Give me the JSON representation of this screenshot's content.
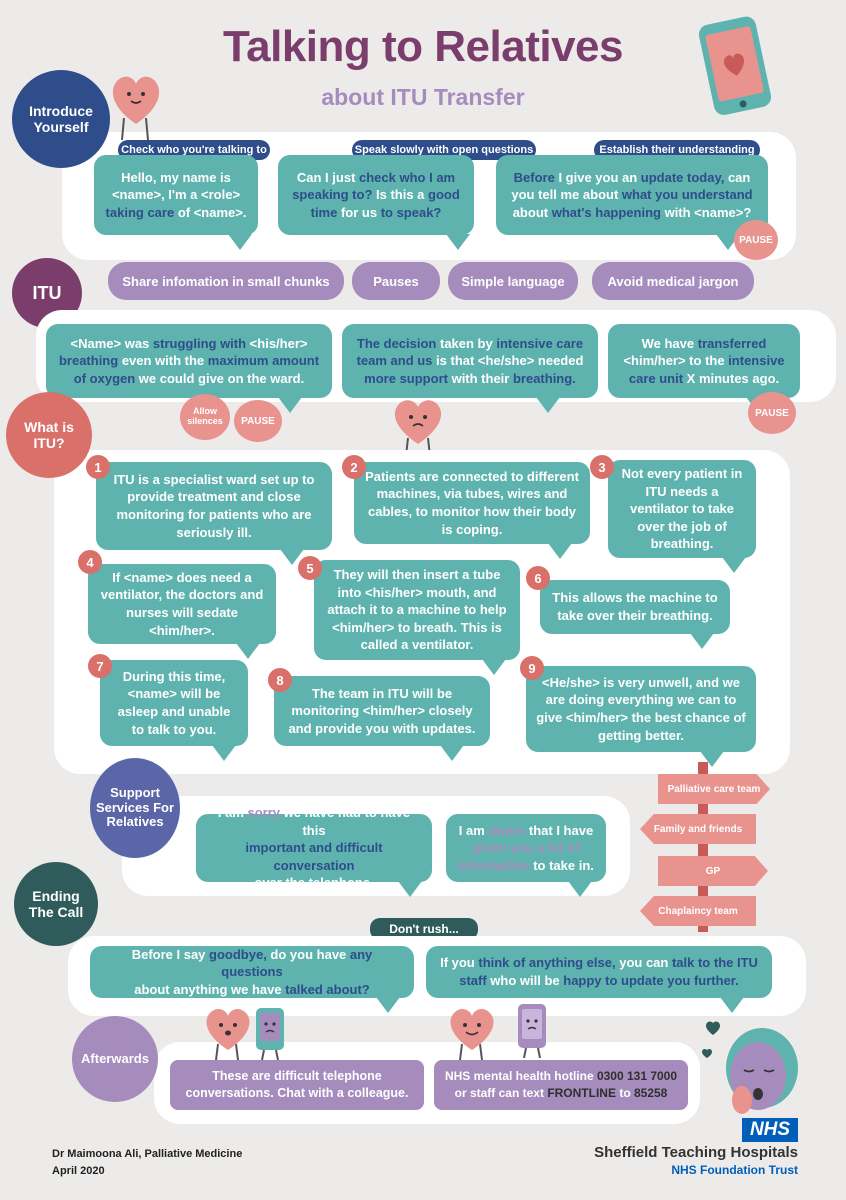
{
  "header": {
    "title": "Talking to Relatives",
    "subtitle": "about ITU Transfer"
  },
  "colors": {
    "plum": "#7b3e6c",
    "navy": "#2e4d8a",
    "teal": "#5fb3ae",
    "lavender": "#a58cbd",
    "coral": "#e9938f",
    "red": "#c85a57",
    "dark_teal": "#2f5c5a",
    "nhs_blue": "#005eb8"
  },
  "introduce": {
    "label": "Introduce Yourself",
    "tabs": [
      "Check who you're talking to",
      "Speak slowly with open questions",
      "Establish their understanding"
    ],
    "b1": {
      "l1": "Hello, my name is",
      "l2": "<name>, I'm a <role>",
      "l3a": "taking care",
      "l3b": " of <name>."
    },
    "b2": {
      "l1a": "Can I just ",
      "l1b": "check who I am",
      "l2a": "speaking to?",
      "l2b": " Is this a ",
      "l2c": "good",
      "l3a": "time",
      "l3b": " for us ",
      "l3c": "to speak?"
    },
    "b3": {
      "l1a": "Before",
      "l1b": " I give you an ",
      "l1c": "update today,",
      "l1d": " can",
      "l2": "you tell me about ",
      "l2b": "what you understand",
      "l3a": "about ",
      "l3b": "what's happening",
      "l3c": " with <name>?"
    },
    "pause": "PAUSE"
  },
  "itu": {
    "label": "ITU",
    "pills": [
      "Share infomation in small chunks",
      "Pauses",
      "Simple language",
      "Avoid medical jargon"
    ],
    "b1": {
      "l1a": "<Name> was ",
      "l1b": "struggling with",
      "l1c": " <his/her>",
      "l2a": "breathing",
      "l2b": " even with the ",
      "l2c": "maximum amount",
      "l3a": "of oxygen",
      "l3b": " we could give on the ward."
    },
    "b2": {
      "l1a": "The decision",
      "l1b": " taken by ",
      "l1c": "intensive care",
      "l2a": "team and us",
      "l2b": " is that <he/she> needed",
      "l3a": "more support",
      "l3b": " with their ",
      "l3c": "breathing."
    },
    "b3": {
      "l1a": "We have ",
      "l1b": "transferred",
      "l2a": "<him/her> to the ",
      "l2b": "intensive",
      "l3a": "care unit",
      "l3b": " X minutes ago."
    },
    "allow": "Allow silences",
    "pause": "PAUSE"
  },
  "what_is": {
    "label": "What is ITU?",
    "items": [
      {
        "n": "1",
        "text": "ITU is a specialist ward set up to provide treatment and close monitoring for patients who are seriously ill."
      },
      {
        "n": "2",
        "text": "Patients are connected to different machines, via tubes, wires and cables, to monitor how their body is coping."
      },
      {
        "n": "3",
        "text": "Not every patient in ITU needs a ventilator to take over the job of breathing."
      },
      {
        "n": "4",
        "text": "If <name> does need a ventilator, the doctors and nurses will sedate <him/her>."
      },
      {
        "n": "5",
        "text": "They will then insert a tube into <his/her> mouth, and attach it to a machine to help <him/her> to breath. This is called a ventilator."
      },
      {
        "n": "6",
        "text": "This allows the machine to take over their breathing."
      },
      {
        "n": "7",
        "text": "During this time, <name> will be asleep and unable to talk to you."
      },
      {
        "n": "8",
        "text": "The team in ITU will be monitoring <him/her> closely and provide you with updates."
      },
      {
        "n": "9",
        "text": "<He/she> is very unwell, and we are doing everything we can to give <him/her> the best chance of getting better."
      }
    ]
  },
  "support": {
    "label": "Support Services For Relatives",
    "b1": {
      "l1a": "I am ",
      "l1b": "sorry",
      "l1c": " we have had to have this",
      "l2": "important and difficult conversation",
      "l3": "over the telephone."
    },
    "b2": {
      "l1a": "I am ",
      "l1b": "aware",
      "l1c": " that I have",
      "l2": "given you a lot of",
      "l3a": "information",
      "l3b": " to take in."
    },
    "signs": [
      "Palliative care team",
      "Family and friends",
      "GP",
      "Chaplaincy team"
    ]
  },
  "ending": {
    "label": "Ending The Call",
    "tab": "Don't rush...",
    "b1": {
      "l1a": "Before I say ",
      "l1b": "goodbye,",
      "l1c": " do you have ",
      "l1d": "any questions",
      "l2a": "about anything we have ",
      "l2b": "talked about?"
    },
    "b2": {
      "l1a": "If you ",
      "l1b": "think of anything else,",
      "l1c": " you can ",
      "l1d": "talk to the ITU",
      "l2a": "staff",
      "l2b": " who will be ",
      "l2c": "happy to update you further."
    }
  },
  "afterwards": {
    "label": "Afterwards",
    "p1": {
      "l1": "These are difficult telephone",
      "l2": "conversations. Chat with a colleague."
    },
    "p2": {
      "l1a": "NHS mental health hotline ",
      "l1b": "0300 131 7000",
      "l2a": "or staff can text ",
      "l2b": "FRONTLINE",
      "l2c": " to ",
      "l2d": "85258"
    }
  },
  "footer": {
    "author": "Dr Maimoona Ali, Palliative Medicine",
    "date": "April 2020",
    "nhs": "NHS",
    "org": "Sheffield Teaching Hospitals",
    "trust": "NHS Foundation Trust"
  },
  "icons": [
    "heart-character-icon",
    "phone-heart-icon",
    "phone-character-icon",
    "thinking-person-icon",
    "signpost-icon"
  ]
}
